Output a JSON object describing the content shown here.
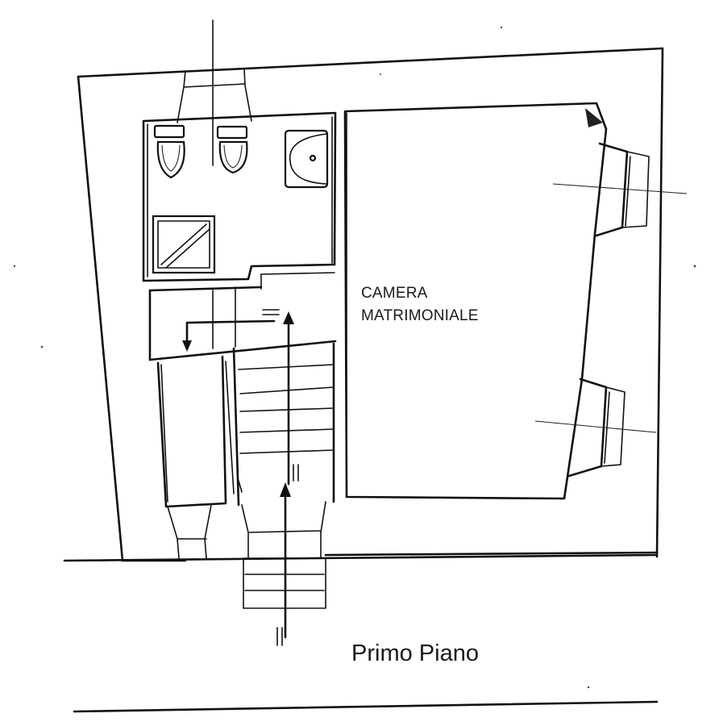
{
  "room_label": {
    "line1": "CAMERA",
    "line2": "MATRIMONIALE"
  },
  "floor_title": "Primo Piano",
  "icons": {
    "toilets": "toilet-icon",
    "sink": "sink-icon",
    "shower": "shower-tray-icon",
    "stair_arrow": "arrow-up-icon"
  }
}
